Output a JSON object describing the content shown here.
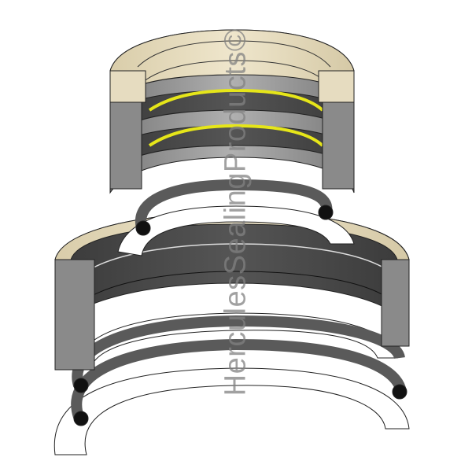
{
  "image": {
    "subject": "Exploded view of hydraulic seal ring stacks",
    "watermark": "HerculesSealingProducts©",
    "colors": {
      "tan_ring": "#e6dcc0",
      "tan_shade": "#cfc3a3",
      "dark_rubber": "#4a4a4a",
      "mid_gray": "#8a8a8a",
      "light_gray": "#c4c4c4",
      "yellow_backup": "#e6e619",
      "oring_black": "#111111",
      "white_ring": "#ffffff",
      "outline": "#222222"
    },
    "assemblies": [
      {
        "name": "upper-seal-stack",
        "rings": [
          "tan-adapter",
          "tan-adapter",
          "yellow-backup",
          "dark-vee",
          "gray-vee",
          "yellow-backup",
          "dark-vee",
          "gray-vee",
          "o-ring",
          "white-backup"
        ]
      },
      {
        "name": "lower-seal-stack",
        "rings": [
          "tan-adapter",
          "dark-vee",
          "dark-vee",
          "gray-vee",
          "white-spacer",
          "o-ring",
          "white-backup",
          "o-ring"
        ]
      }
    ]
  }
}
